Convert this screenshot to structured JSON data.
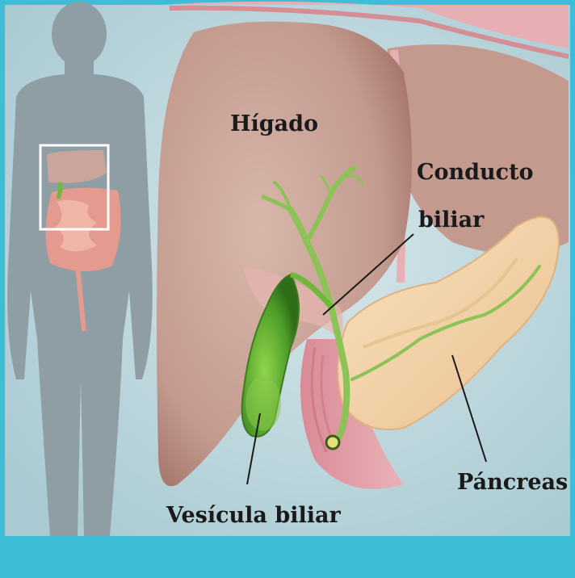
{
  "labels": {
    "liver": "Hígado",
    "bile_duct_line1": "Conducto",
    "bile_duct_line2": "biliar",
    "pancreas": "Páncreas",
    "gallbladder": "Vesícula biliar"
  },
  "colors": {
    "frame": "#3dbdd6",
    "background": "#b9d6dc",
    "liver": "#c9a59b",
    "gallbladder": "#6fb83a",
    "bile_duct": "#8cc256",
    "pancreas": "#f2d3a6",
    "silhouette": "#8f9ea4"
  }
}
